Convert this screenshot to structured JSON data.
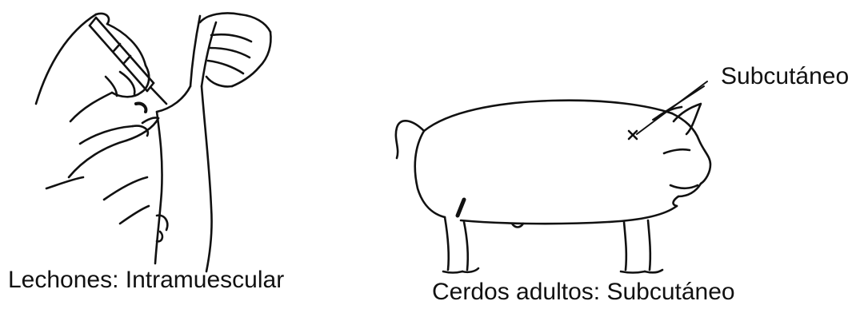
{
  "piglet_panel": {
    "caption": "Lechones:  Intramuescular"
  },
  "adult_pig_panel": {
    "caption": "Cerdos adultos: Subcutáneo",
    "injection_site_label": "Subcutáneo"
  }
}
